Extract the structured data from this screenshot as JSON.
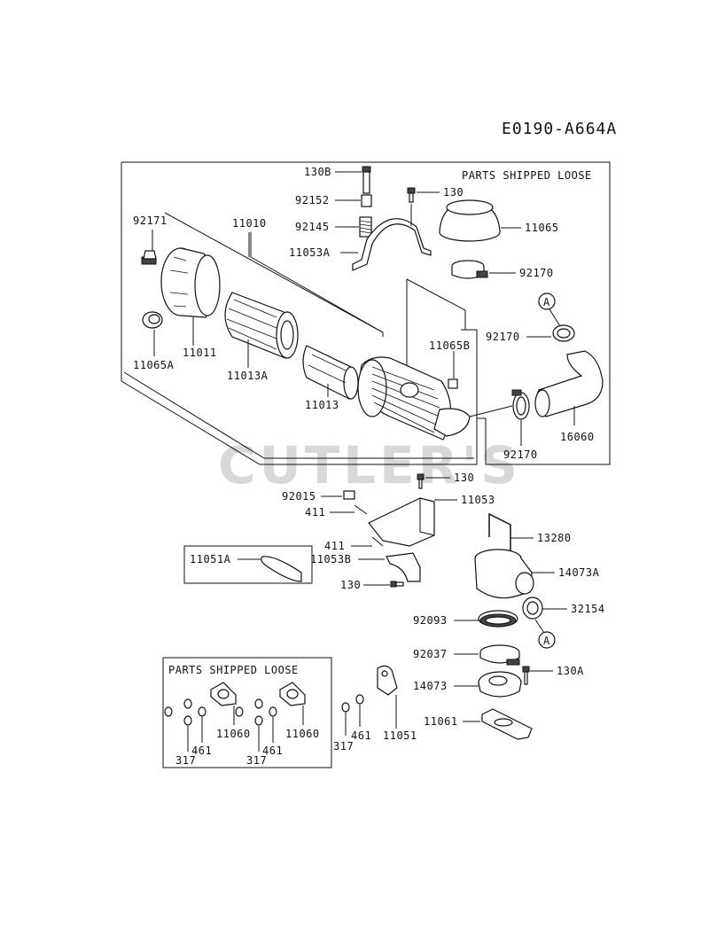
{
  "diagram_code": "E0190-A664A",
  "watermark": "CUTLER'S",
  "boxes": {
    "main_header": "PARTS SHIPPED LOOSE",
    "lower_header": "PARTS SHIPPED LOOSE"
  },
  "callouts": {
    "c130B": "130B",
    "c92152": "92152",
    "c92145": "92145",
    "c11053A": "11053A",
    "c130_top": "130",
    "c11065": "11065",
    "c92170_a": "92170",
    "c92171": "92171",
    "c11010": "11010",
    "c11011": "11011",
    "c11065A": "11065A",
    "c11013A": "11013A",
    "c11013": "11013",
    "c11065B": "11065B",
    "c92170_b": "92170",
    "c92170_c": "92170",
    "c16060": "16060",
    "ref_A_top": "A",
    "c130_mid": "130",
    "c11053": "11053",
    "c92015": "92015",
    "c411_a": "411",
    "c411_b": "411",
    "c13280": "13280",
    "c11051A": "11051A",
    "c11053B": "11053B",
    "c14073A": "14073A",
    "c130_low": "130",
    "c92093": "92093",
    "c32154": "32154",
    "ref_A_low": "A",
    "c92037": "92037",
    "c14073": "14073",
    "c130A": "130A",
    "c11061": "11061",
    "c11051": "11051",
    "c11060_a": "11060",
    "c461_a": "461",
    "c317_a": "317",
    "c11060_b": "11060",
    "c461_b": "461",
    "c317_b": "317",
    "c461_c": "461",
    "c317_c": "317"
  }
}
